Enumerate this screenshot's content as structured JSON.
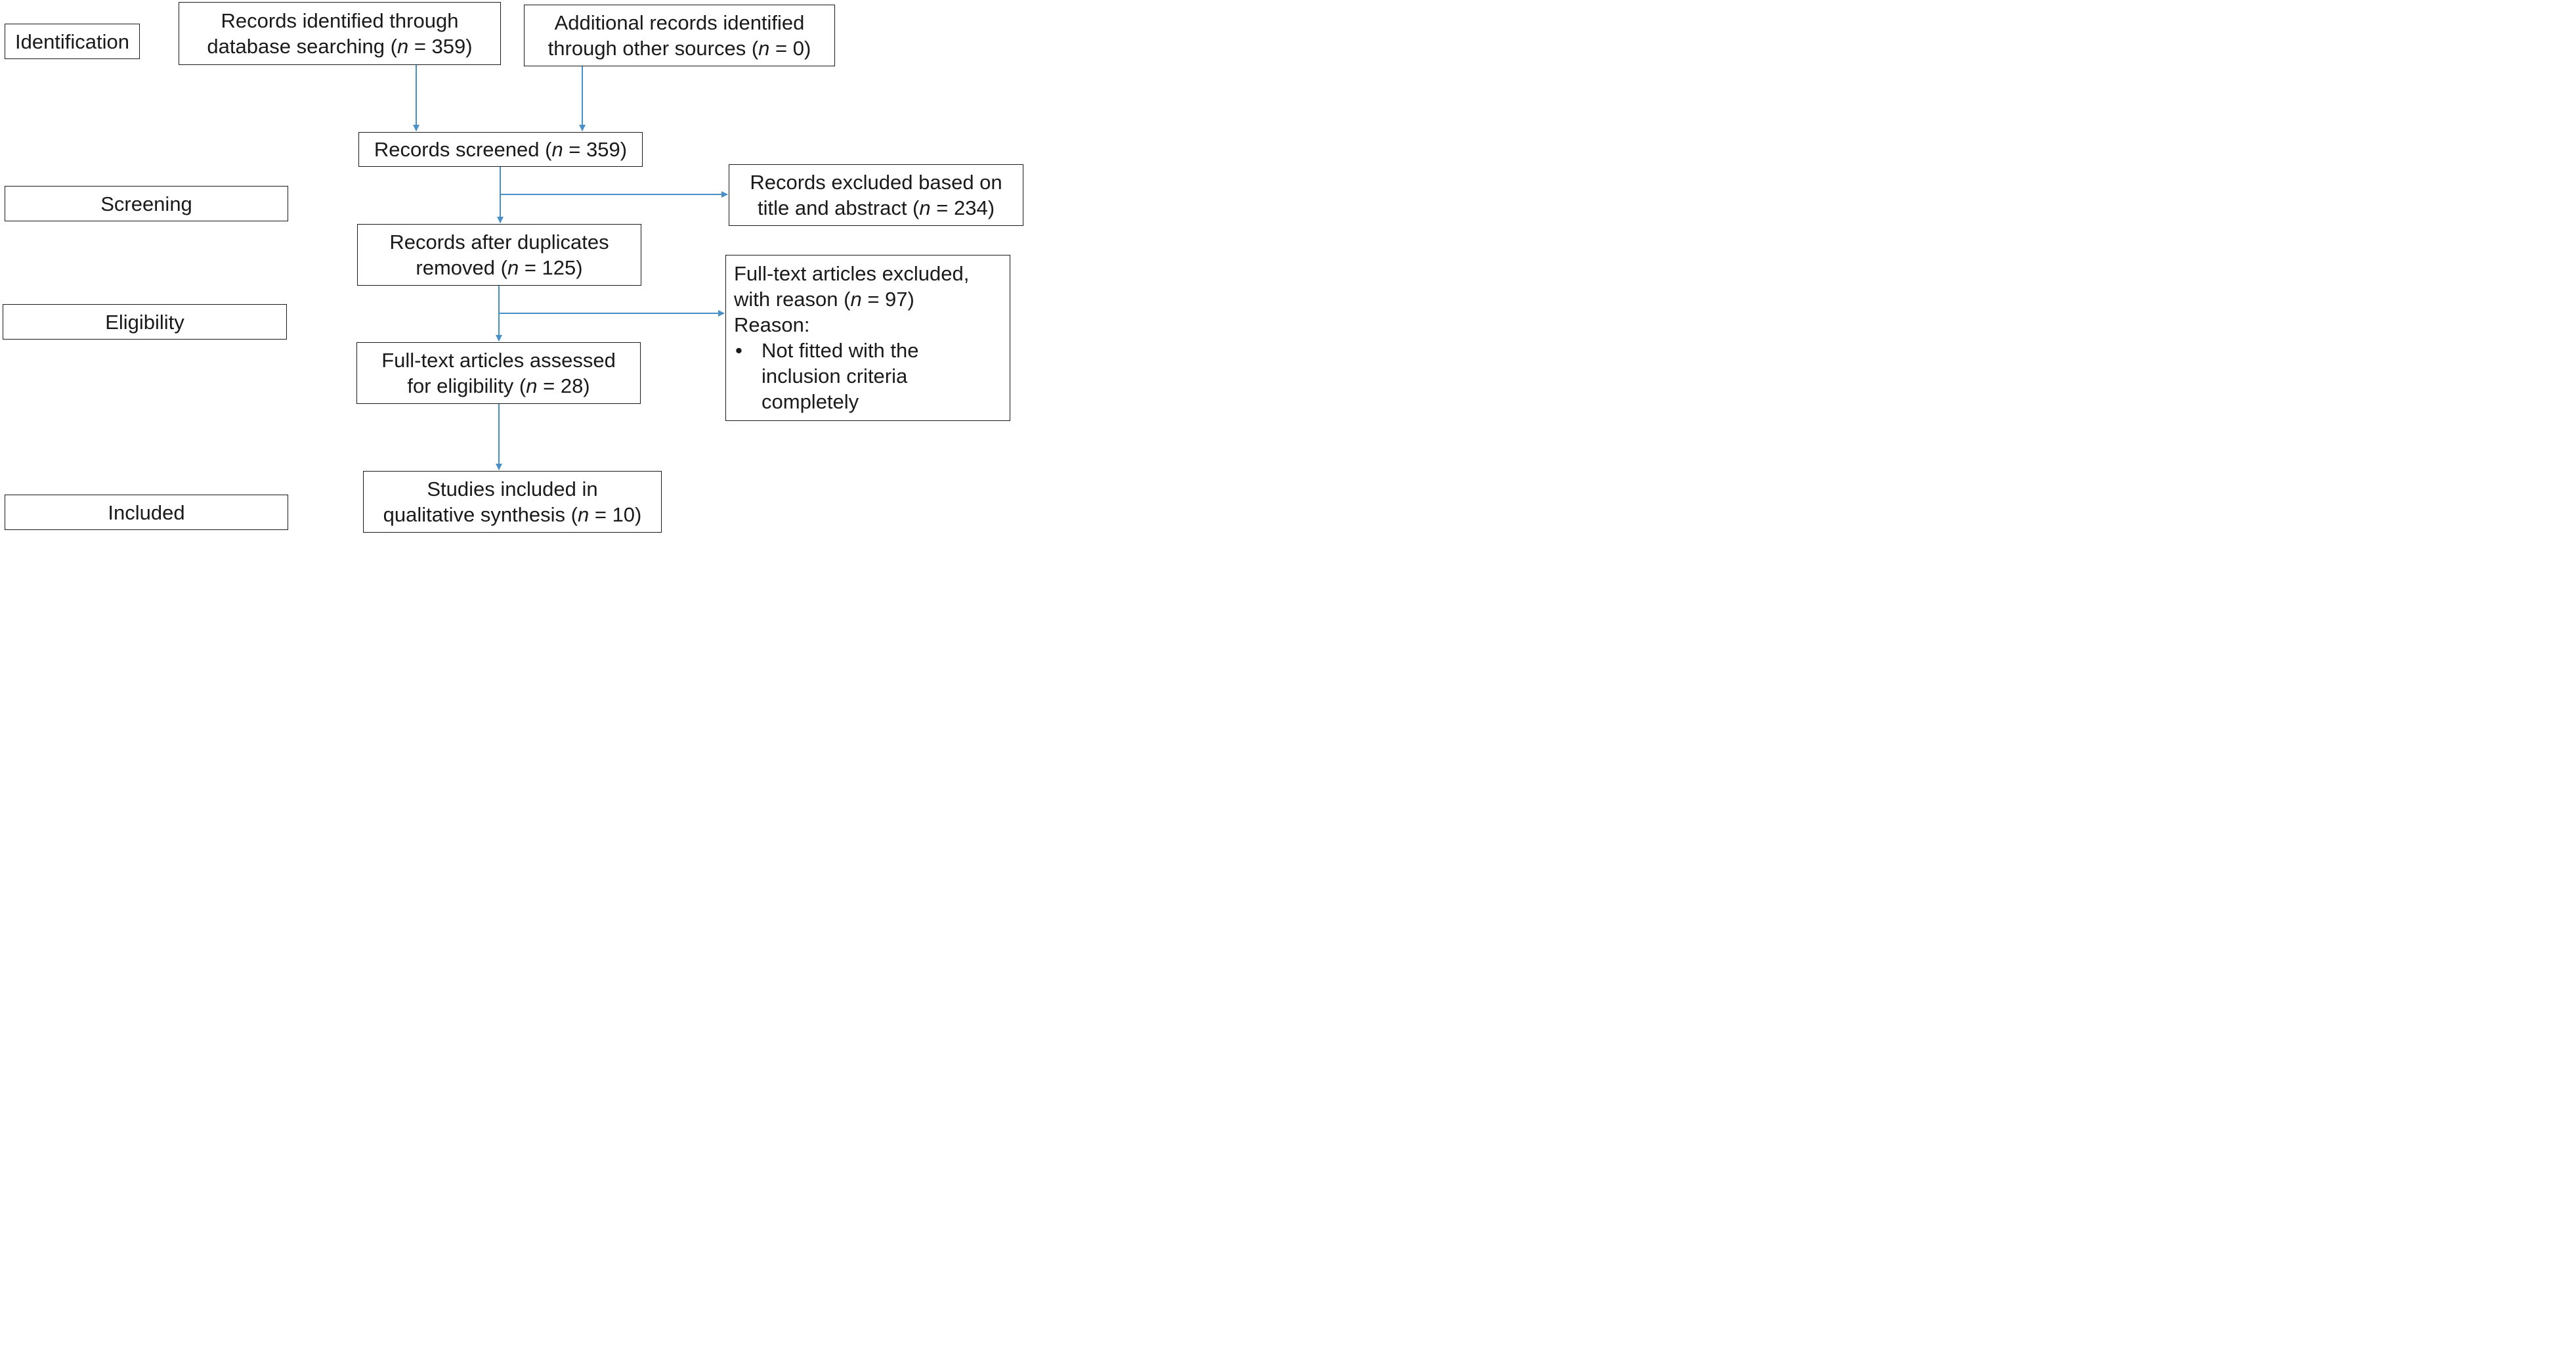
{
  "stages": {
    "identification": "Identification",
    "screening": "Screening",
    "eligibility": "Eligibility",
    "included": "Included"
  },
  "boxes": {
    "database_search": {
      "line1": "Records identified through",
      "line2_prefix": "database searching (",
      "n_symbol": "n",
      "line2_suffix": " = 359)"
    },
    "other_sources": {
      "line1": "Additional records identified",
      "line2_prefix": "through other sources (",
      "n_symbol": "n",
      "line2_suffix": " = 0)"
    },
    "screened": {
      "line1_prefix": "Records screened (",
      "n_symbol": "n",
      "line1_suffix": " = 359)"
    },
    "excluded_title_abstract": {
      "line1": "Records excluded based on",
      "line2_prefix": "title and abstract (",
      "n_symbol": "n",
      "line2_suffix": " = 234)"
    },
    "after_duplicates": {
      "line1": "Records after duplicates",
      "line2_prefix": "removed (",
      "n_symbol": "n",
      "line2_suffix": " = 125)"
    },
    "fulltext_excluded": {
      "line1": "Full-text articles excluded,",
      "line2_prefix": "with reason (",
      "n_symbol": "n",
      "line2_suffix": " = 97)",
      "line3": "Reason:",
      "bullet": "•",
      "bullet_lines": [
        "Not fitted with the",
        "inclusion criteria",
        "completely"
      ]
    },
    "fulltext_assessed": {
      "line1": "Full-text articles assessed",
      "line2_prefix": "for eligibility (",
      "n_symbol": "n",
      "line2_suffix": " = 28)"
    },
    "included_studies": {
      "line1": "Studies included in",
      "line2_prefix": "qualitative synthesis (",
      "n_symbol": "n",
      "line2_suffix": " = 10)"
    }
  },
  "colors": {
    "arrow": "#4a90c8",
    "border": "#1a1a1a",
    "text": "#1a1a1a"
  }
}
